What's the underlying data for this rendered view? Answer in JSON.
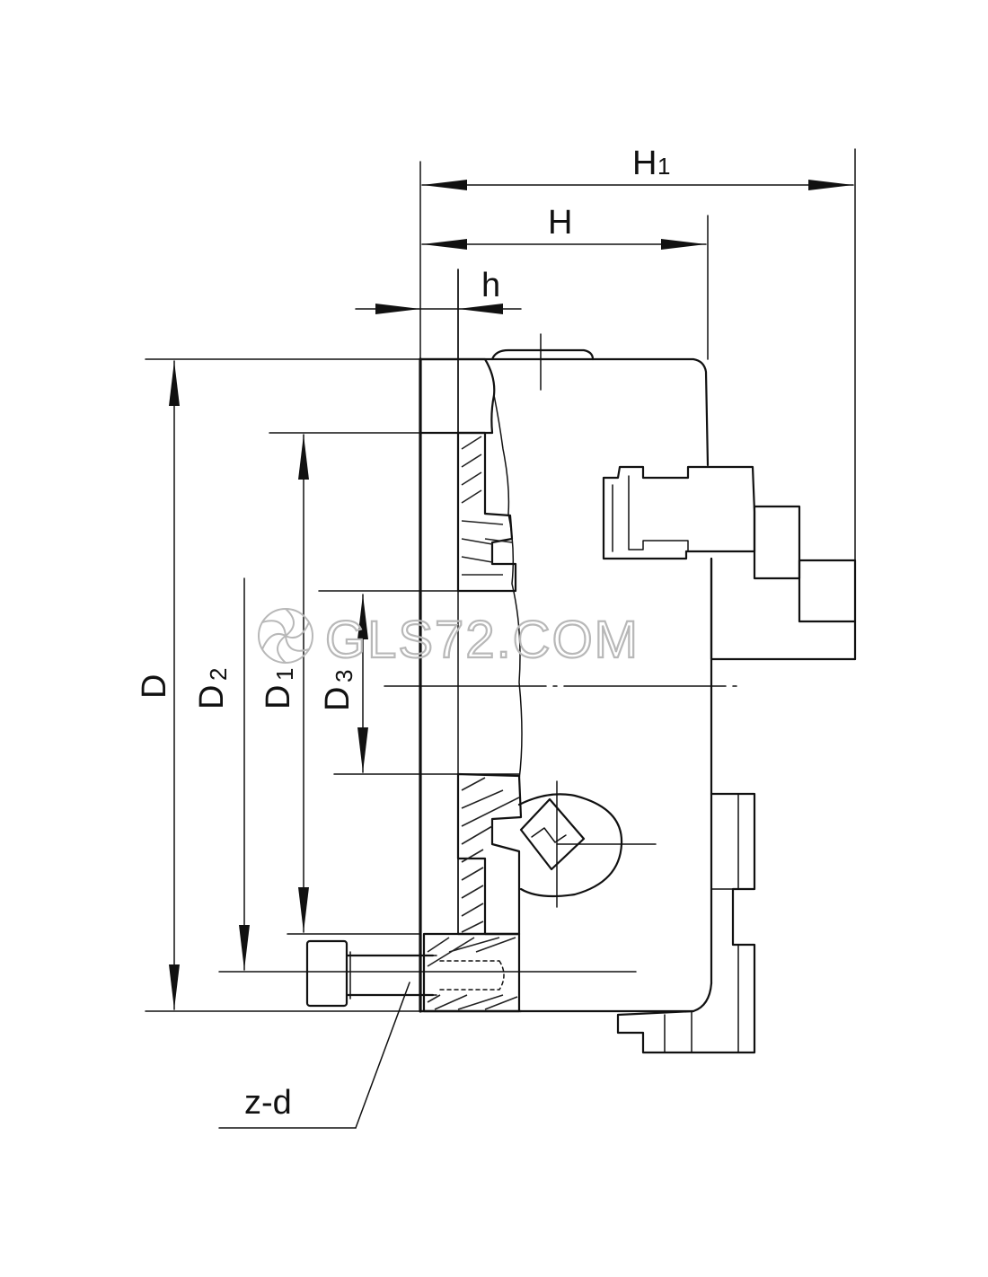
{
  "labels": {
    "H1": {
      "main": "H",
      "sub": "1"
    },
    "H": {
      "main": "H"
    },
    "h": {
      "main": "h"
    },
    "D": {
      "main": "D"
    },
    "D2": {
      "main": "D",
      "sub": "2"
    },
    "D1": {
      "main": "D",
      "sub": "1"
    },
    "D3": {
      "main": "D",
      "sub": "3"
    },
    "zd": {
      "main": "z-d"
    }
  },
  "watermark": {
    "text": "GLS72.COM",
    "icon": "spiral-logo-icon"
  },
  "colors": {
    "line": "#111111",
    "watermark": "#b8b8b8",
    "background": "#ffffff"
  }
}
